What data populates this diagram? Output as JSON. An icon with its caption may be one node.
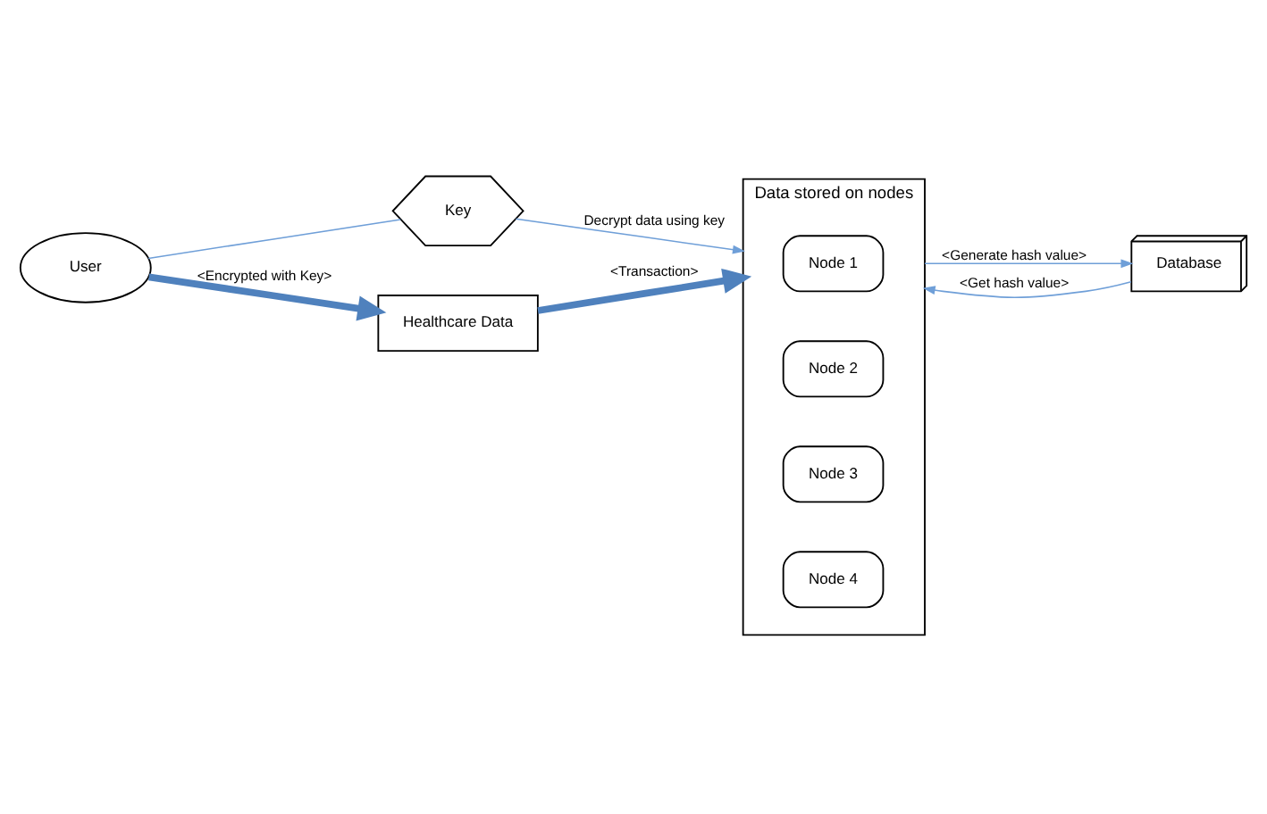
{
  "diagram": {
    "nodes": [
      {
        "text": [
          "Key"
        ]
      },
      {
        "text": [
          "User"
        ]
      },
      {
        "text": [
          "Data stored on nodes"
        ]
      },
      {
        "text": [
          "Node 1"
        ],
        "in": 2
      },
      {
        "text": [
          "Node 2"
        ],
        "in": 2
      },
      {
        "text": [
          "Node 3"
        ],
        "in": 2
      },
      {
        "text": [
          "Node 4"
        ],
        "in": 2
      },
      {
        "text": [
          "Database"
        ]
      },
      {
        "text": [
          "Healthcare Data"
        ]
      }
    ],
    "edges": [
      {
        "from": 1,
        "to": 0,
        "arrow": "none"
      },
      {
        "from": 0,
        "to": 2,
        "arrow": "to",
        "label": "Decrypt data using key"
      },
      {
        "from": 1,
        "to": 8,
        "arrow": "to",
        "label": "<Encrypted with Key>",
        "style": "thick",
        "color": "#4f81bd"
      },
      {
        "from": 8,
        "to": 2,
        "arrow": "to",
        "label": "<Transaction>",
        "style": "thick",
        "color": "#4f81bd"
      },
      {
        "from": 2,
        "to": 7,
        "arrow": "to",
        "label": "<Generate hash value>"
      },
      {
        "from": 7,
        "to": 2,
        "arrow": "to",
        "label": "<Get hash value>"
      }
    ]
  }
}
